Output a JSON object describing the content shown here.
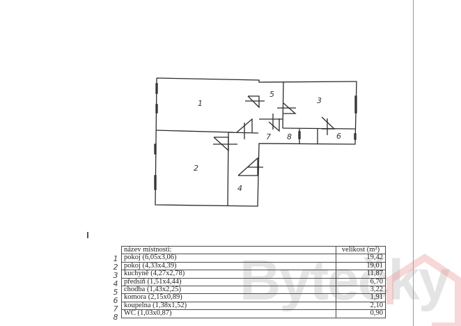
{
  "floor_plan": {
    "room_labels": [
      "1",
      "2",
      "3",
      "4",
      "5",
      "6",
      "7",
      "8"
    ]
  },
  "table": {
    "header_name": "název místnosti:",
    "header_size": "velikost (m²)",
    "rows": [
      {
        "num": "1",
        "name": "pokoj (6,05x3,06)",
        "size": "19,42"
      },
      {
        "num": "2",
        "name": "pokoj (4,33x4,39)",
        "size": "19,01"
      },
      {
        "num": "3",
        "name": "kuchyně (4,27x2,78)",
        "size": "11,87"
      },
      {
        "num": "4",
        "name": "předsíň (1,51x4,44)",
        "size": "6,70"
      },
      {
        "num": "5",
        "name": "chodba (1,43x2,25)",
        "size": "3,22"
      },
      {
        "num": "6",
        "name": "komora (2,15x0,89)",
        "size": "1,91"
      },
      {
        "num": "7",
        "name": "koupelna (1,38x1,52)",
        "size": "2,10"
      },
      {
        "num": "8",
        "name": "WC (1,03x0,87)",
        "size": "0,90"
      }
    ]
  },
  "watermark": {
    "text": "Bytečky",
    "accent_color": "#e8a0a0"
  }
}
